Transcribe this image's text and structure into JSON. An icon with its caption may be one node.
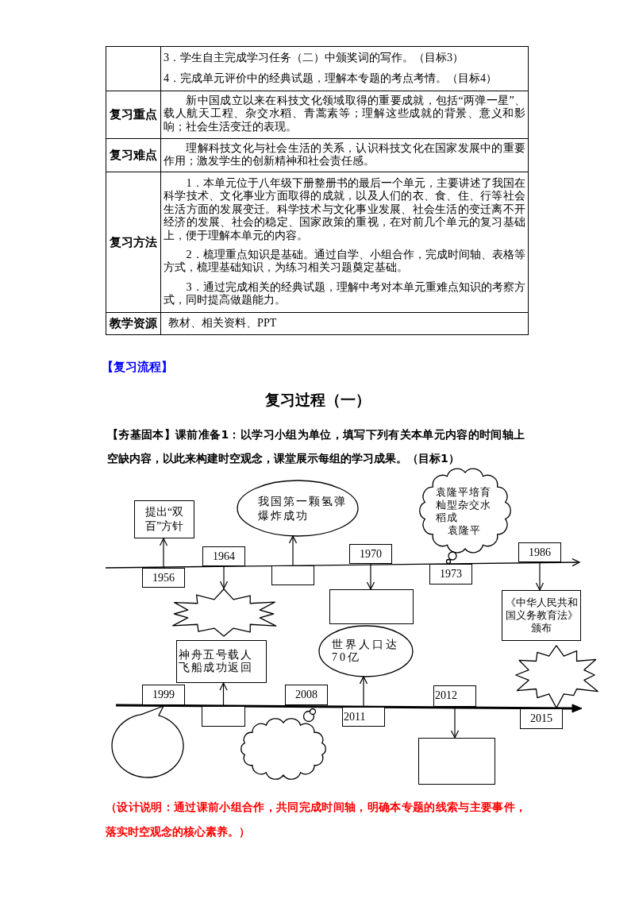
{
  "diagram": {
    "title": "复习过程（一）",
    "caption": "（设计说明：通过课前小组合作，共同完成时间轴，明确本专题的线索与主要事件，落实时空观念的核心素养。）",
    "nodes": [
      {
        "text": [
          "提出“双百”方针"
        ]
      },
      {
        "text": [
          "我国第一颗氢弹爆炸成功"
        ]
      },
      {
        "text": [
          "袁隆平培育籼型杂交水稻成",
          "袁隆平"
        ]
      },
      {
        "text": [
          "1956"
        ]
      },
      {
        "text": [
          "1964"
        ]
      },
      {
        "text": [],
        "shape": "box"
      },
      {
        "text": [
          "1970"
        ]
      },
      {
        "text": [
          "1973"
        ]
      },
      {
        "text": [
          "1986"
        ]
      },
      {
        "text": [],
        "shape": "starburst"
      },
      {
        "text": [
          "神舟五号载人飞船成功返回"
        ]
      },
      {
        "text": [],
        "shape": "box"
      },
      {
        "text": [
          "世界人口达70亿"
        ]
      },
      {
        "text": [
          "《中华人民共和国义务教育法》颁布"
        ]
      },
      {
        "text": [],
        "shape": "starburst"
      },
      {
        "text": [
          "1999"
        ]
      },
      {
        "text": [],
        "shape": "box"
      },
      {
        "text": [
          "2008"
        ]
      },
      {
        "text": [
          "2011"
        ]
      },
      {
        "text": [
          "2012"
        ]
      },
      {
        "text": [
          "2015"
        ]
      },
      {
        "text": [],
        "shape": "bubble"
      },
      {
        "text": [],
        "shape": "cloud"
      },
      {
        "text": [],
        "shape": "box"
      }
    ],
    "edges": [
      {
        "from": 3,
        "to": 0,
        "arrow": "to"
      },
      {
        "from": 5,
        "to": 1,
        "arrow": "to"
      },
      {
        "from": 4,
        "to": 9,
        "arrow": "to"
      },
      {
        "from": 6,
        "to": 11,
        "arrow": "to"
      },
      {
        "from": 8,
        "to": 13,
        "arrow": "to"
      },
      {
        "from": 16,
        "to": 10,
        "arrow": "to"
      },
      {
        "from": 18,
        "to": 12,
        "arrow": "to"
      },
      {
        "from": 19,
        "to": 23,
        "arrow": "to"
      }
    ],
    "labels": [
      "3．学生自主完成学习任务（二）中颁奖词的写作。（目标3）",
      "4．完成单元评价中的经典试题，理解本专题的考点考情。（目标4）",
      "复习重点",
      "新中国成立以来在科技文化领域取得的重要成就，包括“两弹一星”、载人航天工程、杂交水稻、青蒿素等；理解这些成就的背景、意义和影响；社会生活变迁的表现。",
      "复习难点",
      "理解科技文化与社会生活的关系，认识科技文化在国家发展中的重要作用；激发学生的创新精神和社会责任感。",
      "复习方法",
      "1．本单元位于八年级下册整册书的最后一个单元，主要讲述了我国在科学技术、文化事业方面取得的成就，以及人们的衣、食、住、行等社会生活方面的发展变迁。科学技术与文化事业发展、社会生活的变迁离不开经济的发展、社会的稳定、国家政策的重视，在对前几个单元的复习基础上，便于理解本单元的内容。",
      "2．梳理重点知识是基础。通过自学、小组合作，完成时间轴、表格等方式，梳理基础知识，为练习相关习题奠定基础。",
      "3．通过完成相关的经典试题，理解中考对本单元重难点知识的考察方式，同时提高做题能力。",
      "教学资源",
      "教材、相关资料、PPT",
      "【复习流程】",
      "【夯基固本】课前准备1：以学习小组为单位，填写下列有关本单元内容的时间轴上空缺内容，以此来构建时空观念，课堂展示每组的学习成果。（目标1）"
    ]
  }
}
